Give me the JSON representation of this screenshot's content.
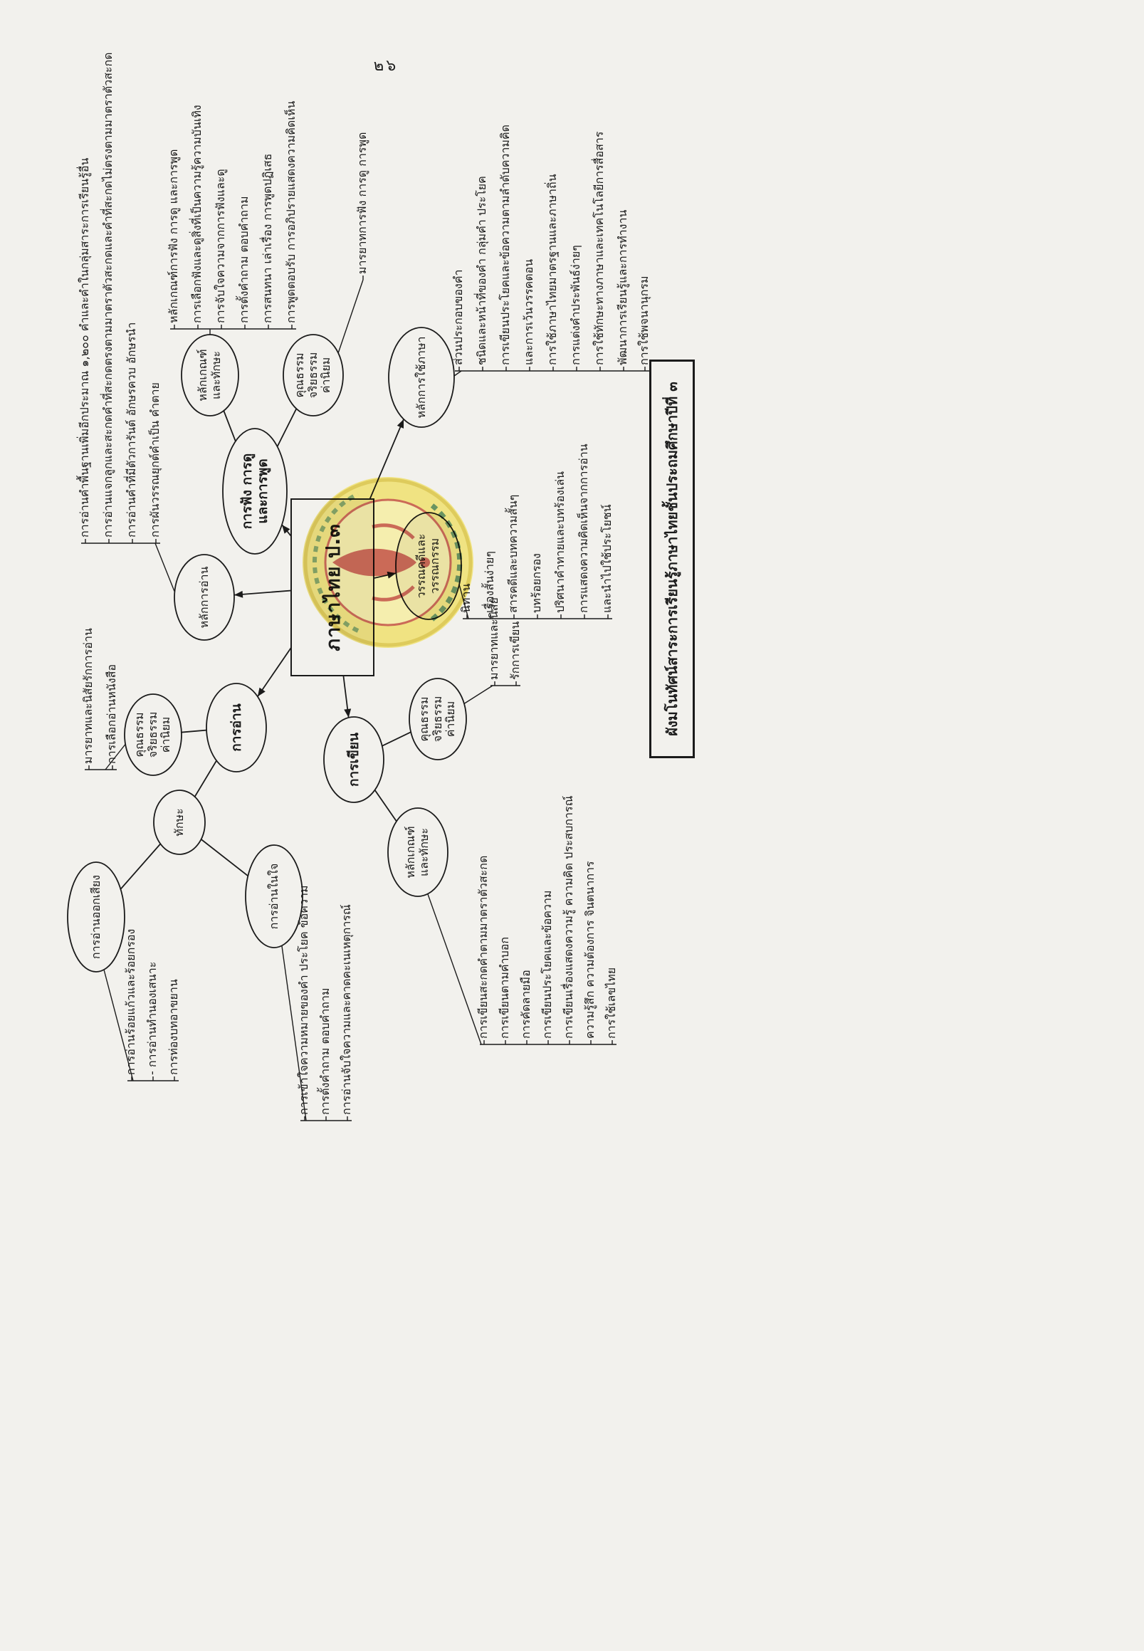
{
  "page_number": "๒๖",
  "title_box": "ผังมโนทัศน์สาระการเรียนรู้ภาษาไทยชั้นประถมศึกษาปีที่ ๓",
  "center_node": "ภาษาไทย ป.๓",
  "watermark_name": "ตราเสมาธรรมจักร กระทรวงศึกษาธิการ",
  "colors": {
    "ink": "#1b1b1b",
    "paper": "#f2f1ed",
    "seal_yellow": "#efe06a",
    "seal_red": "#c24b35",
    "seal_green": "#4b7f41"
  },
  "nodes": {
    "fang": {
      "lines": [
        "การฟัง การดู",
        "และการพูด"
      ]
    },
    "lakken_fang": {
      "lines": [
        "หลักเกณฑ์",
        "และทักษะ"
      ]
    },
    "khun_fang": {
      "lines": [
        "คุณธรรม จริยธรรม",
        "ค่านิยม"
      ]
    },
    "lak_chai": {
      "lines": [
        "หลักการใช้ภาษา"
      ]
    },
    "wannakhadi": {
      "lines": [
        "วรรณคดีและ",
        "วรรณกรรม"
      ]
    },
    "lak_aan": {
      "lines": [
        "หลักการอ่าน"
      ]
    },
    "aan": {
      "lines": [
        "การอ่าน"
      ]
    },
    "thaksa": {
      "lines": [
        "ทักษะ"
      ]
    },
    "aan_ok_siang": {
      "lines": [
        "การอ่านออกเสียง"
      ]
    },
    "aan_nai_jai": {
      "lines": [
        "การอ่านในใจ"
      ]
    },
    "khian": {
      "lines": [
        "การเขียน"
      ]
    },
    "khun_aan": {
      "lines": [
        "คุณธรรม จริยธรรม",
        "ค่านิยม"
      ]
    },
    "khun_khian": {
      "lines": [
        "คุณธรรม จริยธรรม",
        "ค่านิยม"
      ]
    },
    "lakken_khian": {
      "lines": [
        "หลักเกณฑ์",
        "และทักษะ"
      ]
    }
  },
  "leaf_groups": {
    "g_lak_aan": {
      "parent": "lak_aan",
      "items": [
        "การอ่านคำพื้นฐานเพิ่มอีกประมาณ ๑,๒๐๐ คำและคำในกลุ่มสาระการเรียนรู้อื่น",
        "การอ่านแจกลูกและสะกดคำที่สะกดตรงตามมาตราตัวสะกดและคำที่สะกดไม่ตรงตามมาตราตัวสะกด",
        "การอ่านคำที่มีตัวการันต์ อักษรควบ อักษรนำ",
        "การผันวรรณยุกต์คำเป็น คำตาย"
      ]
    },
    "g_lakken_fang": {
      "parent": "lakken_fang",
      "items": [
        "หลักเกณฑ์การฟัง การดู และการพูด",
        "การเลือกฟังและดูสิ่งที่เป็นความรู้ความบันเทิง",
        "การจับใจความจากการฟังและดู",
        "การตั้งคำถาม ตอบคำถาม",
        "การสนทนา เล่าเรื่อง การพูดปฏิเสธ",
        "การพูดตอบรับ การอภิปรายแสดงความคิดเห็น"
      ]
    },
    "g_khun_fang": {
      "parent": "khun_fang",
      "items": [
        "มารยาทการฟัง การดู การพูด"
      ]
    },
    "g_lak_chai": {
      "parent": "lak_chai",
      "items": [
        "ส่วนประกอบของคำ",
        "ชนิดและหน้าที่ของคำ กลุ่มคำ ประโยค",
        "การเขียนประโยคและข้อความตามลำดับความคิด",
        "และการเว้นวรรคตอน",
        "การใช้ภาษาไทยมาตรฐานและภาษาถิ่น",
        "การแต่งคำประพันธ์ง่ายๆ",
        "การใช้ทักษะทางภาษาและเทคโนโลยีการสื่อสาร",
        "พัฒนาการเรียนรู้และการทำงาน",
        "การใช้พจนานุกรม"
      ]
    },
    "g_wannakhadi": {
      "parent": "wannakhadi",
      "items": [
        "นิทาน",
        "เรื่องสั้นง่ายๆ",
        "สารคดีและบทความสั้นๆ",
        "บทร้อยกรอง",
        "ปริศนาคำทายและบทร้องเล่น",
        "การแสดงความคิดเห็นจากการอ่าน",
        "และนำไปใช้ประโยชน์"
      ]
    },
    "g_khun_aan": {
      "parent": "khun_aan",
      "items": [
        "มารยาทและนิสัยรักการอ่าน",
        "การเลือกอ่านหนังสือ"
      ]
    },
    "g_aan_ok_siang": {
      "parent": "aan_ok_siang",
      "items": [
        "การอ่านร้อยแก้วและร้อยกรอง",
        "- การอ่านทำนองเสนาะ",
        "การท่องบทอาขยาน"
      ]
    },
    "g_aan_nai_jai": {
      "parent": "aan_nai_jai",
      "items": [
        "การเข้าใจความหมายของคำ ประโยค ข้อความ",
        "การตั้งคำถาม ตอบคำถาม",
        "การอ่านจับใจความและคาดคะเนเหตุการณ์"
      ]
    },
    "g_khun_khian": {
      "parent": "khun_khian",
      "items": [
        "มารยาทและนิสัย",
        "รักการเขียน"
      ]
    },
    "g_lakken_khian": {
      "parent": "lakken_khian",
      "items": [
        "การเขียนสะกดคำตามมาตราตัวสะกด",
        "การเขียนตามคำบอก",
        "การคัดลายมือ",
        "การเขียนประโยคและข้อความ",
        "การเขียนเรื่องแสดงความรู้ ความคิด ประสบการณ์",
        "ความรู้สึก ความต้องการ จินตนาการ",
        "การใช้เลขไทย"
      ]
    }
  },
  "edges": [
    [
      "center",
      "fang"
    ],
    [
      "center",
      "lak_aan"
    ],
    [
      "center",
      "aan"
    ],
    [
      "center",
      "khian"
    ],
    [
      "center",
      "lak_chai"
    ],
    [
      "center",
      "wannakhadi"
    ],
    [
      "fang",
      "lakken_fang"
    ],
    [
      "fang",
      "khun_fang"
    ],
    [
      "aan",
      "khun_aan"
    ],
    [
      "aan",
      "thaksa"
    ],
    [
      "thaksa",
      "aan_ok_siang"
    ],
    [
      "thaksa",
      "aan_nai_jai"
    ],
    [
      "khian",
      "khun_khian"
    ],
    [
      "khian",
      "lakken_khian"
    ]
  ]
}
